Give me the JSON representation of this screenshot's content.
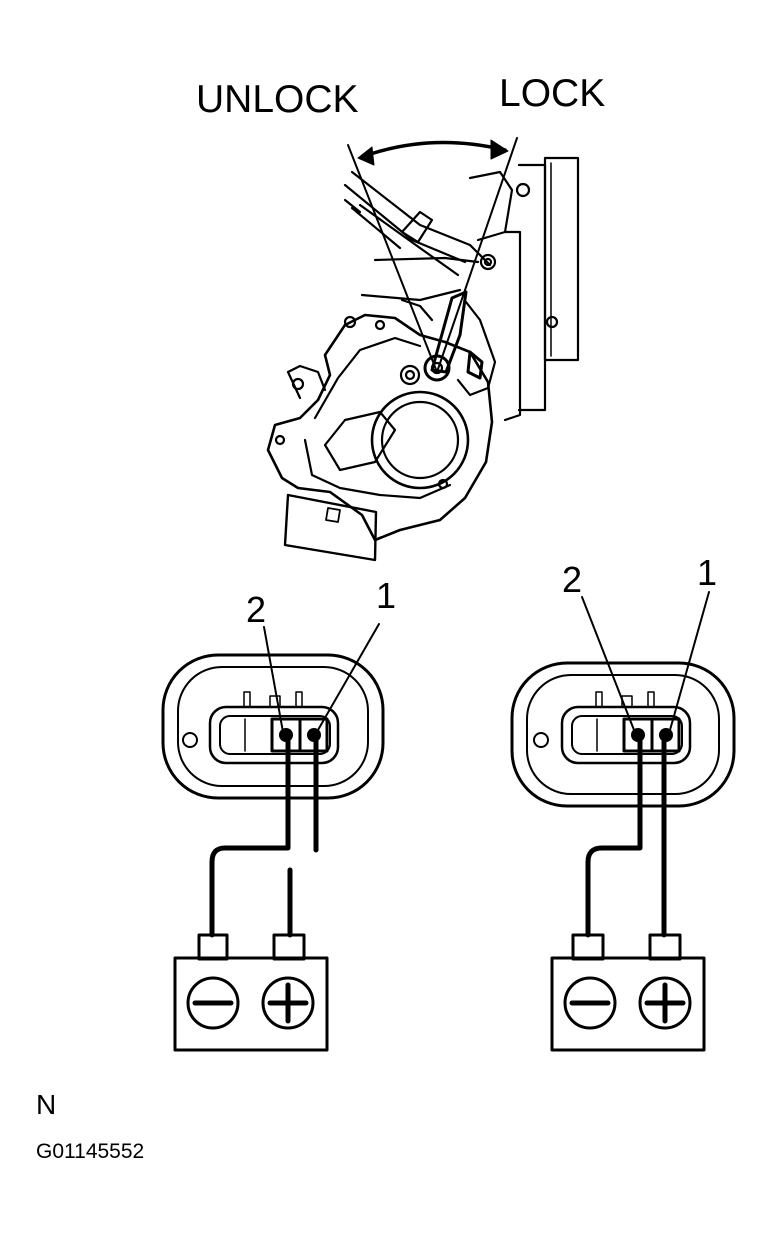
{
  "labels": {
    "unlock": "UNLOCK",
    "lock": "LOCK",
    "corner_letter": "N",
    "figure_code": "G01145552"
  },
  "left_connector": {
    "terminal_2": "2",
    "terminal_1": "1"
  },
  "right_connector": {
    "terminal_2": "2",
    "terminal_1": "1"
  },
  "icons": {
    "negative": "minus-sign-icon",
    "positive": "plus-sign-icon"
  }
}
